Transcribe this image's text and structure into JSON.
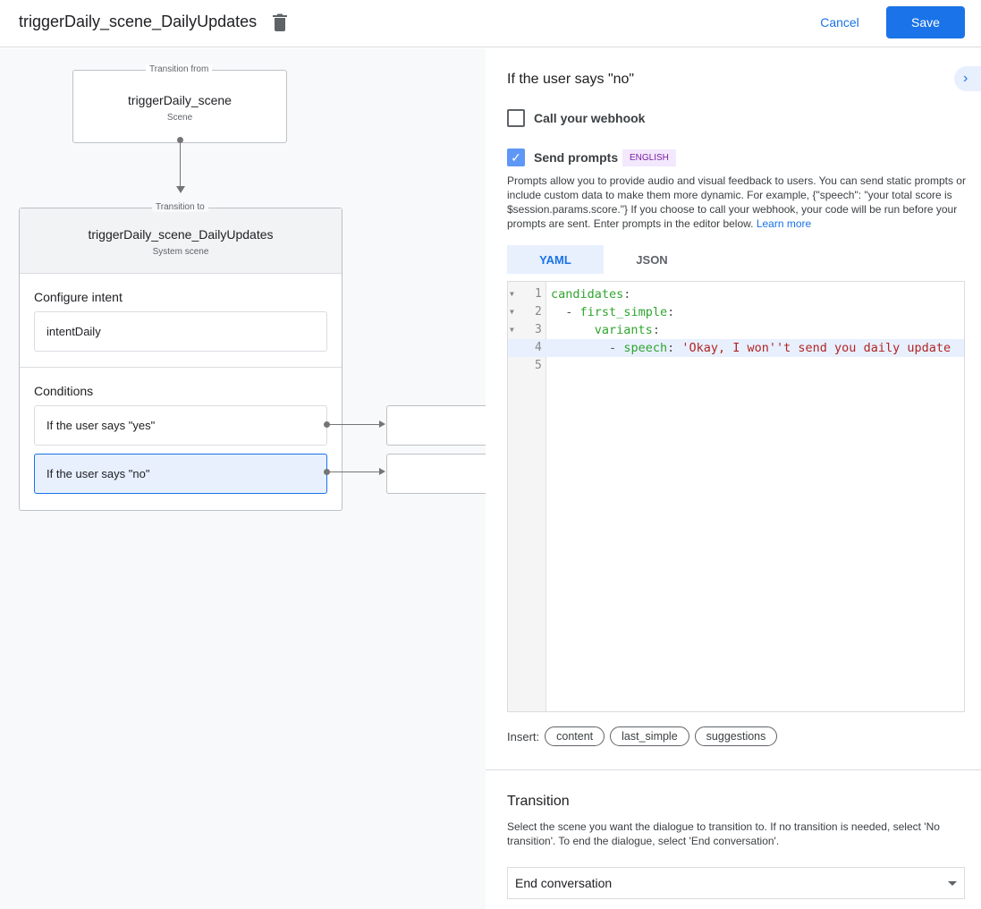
{
  "header": {
    "title": "triggerDaily_scene_DailyUpdates",
    "cancel": "Cancel",
    "save": "Save"
  },
  "canvas": {
    "from_label": "Transition from",
    "from_name": "triggerDaily_scene",
    "from_type": "Scene",
    "to_label": "Transition to",
    "to_name": "triggerDaily_scene_DailyUpdates",
    "to_type": "System scene",
    "intent_heading": "Configure intent",
    "intent": "intentDaily",
    "conditions_heading": "Conditions",
    "conditions": [
      {
        "label": "If the user says \"yes\""
      },
      {
        "label": "If the user says \"no\"",
        "selected": true
      }
    ]
  },
  "panel": {
    "heading": "If the user says \"no\"",
    "webhook": {
      "label": "Call your webhook",
      "checked": false
    },
    "prompts": {
      "label": "Send prompts",
      "checked": true,
      "badge": "ENGLISH"
    },
    "description": "Prompts allow you to provide audio and visual feedback to users. You can send static prompts or include custom data to make them more dynamic. For example, {\"speech\": \"your total score is $session.params.score.\"} If you choose to call your webhook, your code will be run before your prompts are sent. Enter prompts in the editor below.",
    "learn_more": "Learn more",
    "tabs": [
      {
        "label": "YAML",
        "active": true
      },
      {
        "label": "JSON",
        "active": false
      }
    ],
    "code": {
      "line_numbers": [
        "1",
        "2",
        "3",
        "4",
        "5"
      ],
      "l1_key": "candidates",
      "l2_key": "first_simple",
      "l3_key": "variants",
      "l4_key": "speech",
      "l4_value": "'Okay, I won''t send you daily update",
      "colon": ":",
      "dash": "-"
    },
    "insert_label": "Insert:",
    "insert_chips": [
      "content",
      "last_simple",
      "suggestions"
    ],
    "transition": {
      "heading": "Transition",
      "description": "Select the scene you want the dialogue to transition to. If no transition is needed, select 'No transition'. To end the dialogue, select 'End conversation'.",
      "selected": "End conversation"
    }
  },
  "colors": {
    "accent": "#1a73e8",
    "selected_bg": "#e8f0fe",
    "badge_bg": "#f3e8fd",
    "badge_text": "#7b1fa2"
  }
}
